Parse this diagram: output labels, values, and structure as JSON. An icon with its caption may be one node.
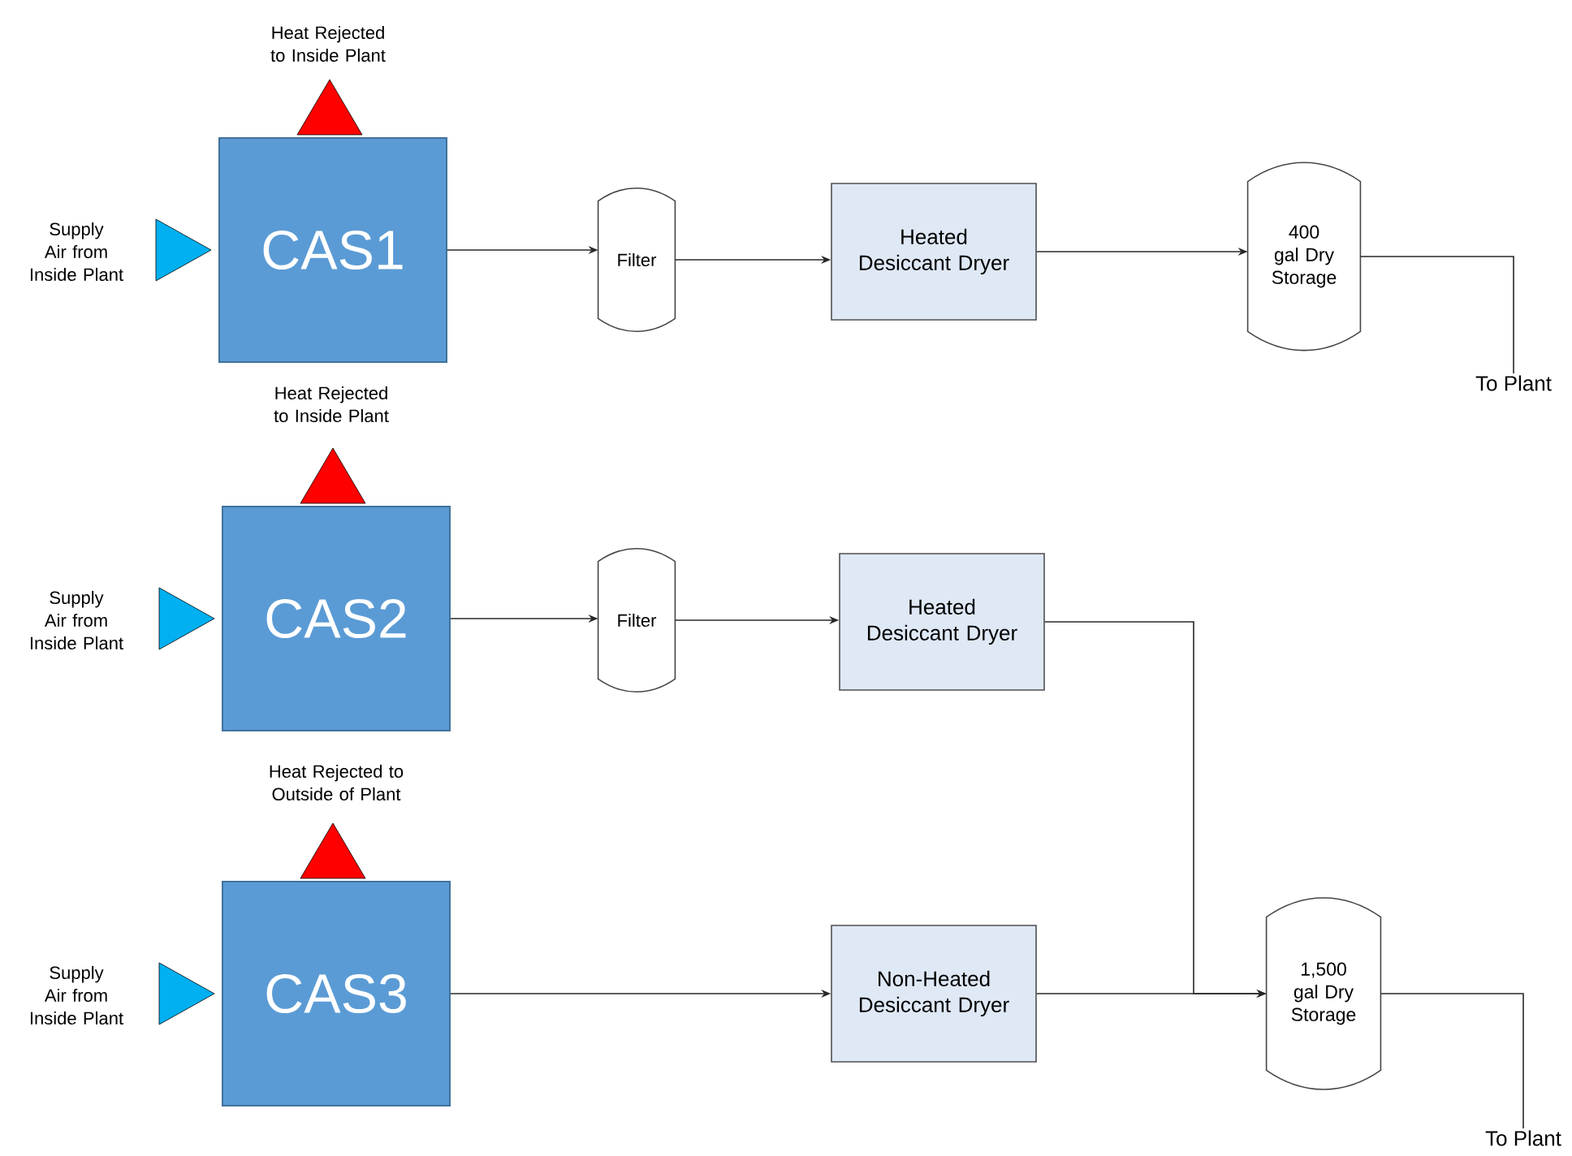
{
  "diagram": {
    "nodes": [
      {
        "text": [
          "CAS1"
        ]
      },
      {
        "text": [
          "Filter"
        ]
      },
      {
        "text": [
          "Heated Desiccant Dryer"
        ]
      },
      {
        "text": [
          "400 gal Dry Storage"
        ]
      },
      {
        "text": [
          "To Plant"
        ]
      },
      {
        "text": [
          "CAS2"
        ]
      },
      {
        "text": [
          "Filter"
        ]
      },
      {
        "text": [
          "Heated Desiccant Dryer"
        ]
      },
      {
        "text": [
          "CAS3"
        ]
      },
      {
        "text": [
          "Non-Heated Desiccant Dryer"
        ]
      },
      {
        "text": [
          "1,500 gal Dry Storage"
        ]
      },
      {
        "text": [
          "To Plant"
        ]
      }
    ],
    "edges": [
      {
        "from": 0,
        "to": 1,
        "arrow": "to"
      },
      {
        "from": 1,
        "to": 2,
        "arrow": "to"
      },
      {
        "from": 2,
        "to": 3,
        "arrow": "to"
      },
      {
        "from": 3,
        "to": 4,
        "arrow": "none"
      },
      {
        "from": 5,
        "to": 6,
        "arrow": "to"
      },
      {
        "from": 6,
        "to": 7,
        "arrow": "to"
      },
      {
        "from": 7,
        "to": 10,
        "arrow": "to"
      },
      {
        "from": 8,
        "to": 9,
        "arrow": "to"
      },
      {
        "from": 9,
        "to": 10,
        "arrow": "to"
      },
      {
        "from": 10,
        "to": 11,
        "arrow": "none"
      }
    ],
    "labels": [
      "Heat Rejected to Inside Plant",
      "Supply Air from Inside Plant",
      "Heat Rejected to Inside Plant",
      "Supply Air from Inside Plant",
      "Heat Rejected to Outside of Plant",
      "Supply Air from Inside Plant"
    ]
  }
}
